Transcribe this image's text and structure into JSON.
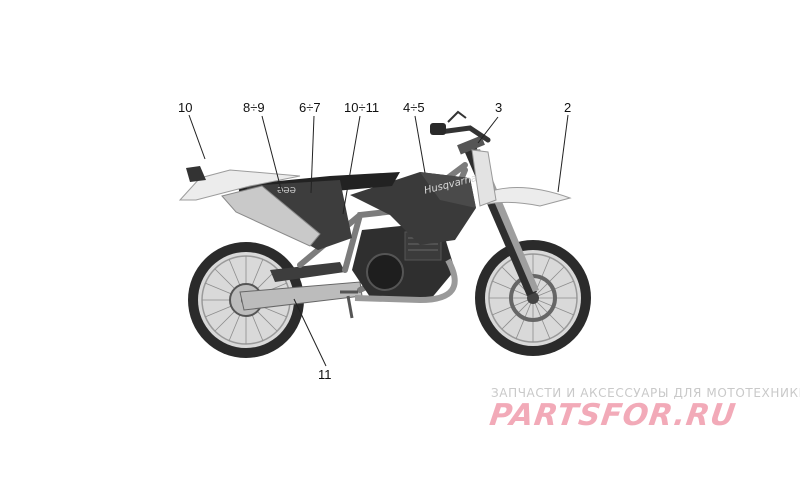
{
  "callouts": {
    "c10": "10",
    "c8_9": "8÷9",
    "c6_7": "6÷7",
    "c10_11": "10÷11",
    "c4_5": "4÷5",
    "c3": "3",
    "c2": "2",
    "c11": "11"
  },
  "tank_logo": "Husqvarna",
  "side_number": "ƏƏƏ",
  "watermark": {
    "tagline": "ЗАПЧАСТИ И АКСЕССУАРЫ ДЛЯ МОТОТЕХНИКИ",
    "logo": "PARTSFOR.RU"
  },
  "colors": {
    "background": "#ffffff",
    "bodywork_dark": "#3a3a3a",
    "plastics_light": "#e6e6e6",
    "watermark_pink": "#f2aab8",
    "watermark_gray": "#c9c9c9"
  }
}
